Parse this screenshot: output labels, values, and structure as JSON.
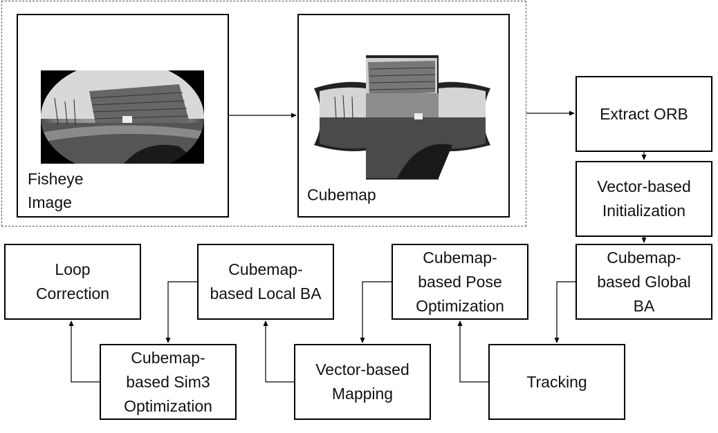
{
  "diagram": {
    "fisheye_caption": "Fisheye\nImage",
    "cubemap_caption": "Cubemap",
    "nodes": {
      "extract_orb": "Extract ORB",
      "vector_init": "Vector-based\nInitialization",
      "cubemap_global_ba": "Cubemap-\nbased Global\nBA",
      "tracking": "Tracking",
      "cubemap_pose_opt": "Cubemap-\nbased Pose\nOptimization",
      "vector_mapping": "Vector-based\nMapping",
      "cubemap_local_ba": "Cubemap-\nbased Local BA",
      "cubemap_sim3": "Cubemap-\nbased Sim3\nOptimization",
      "loop_correction": "Loop\nCorrection"
    }
  }
}
